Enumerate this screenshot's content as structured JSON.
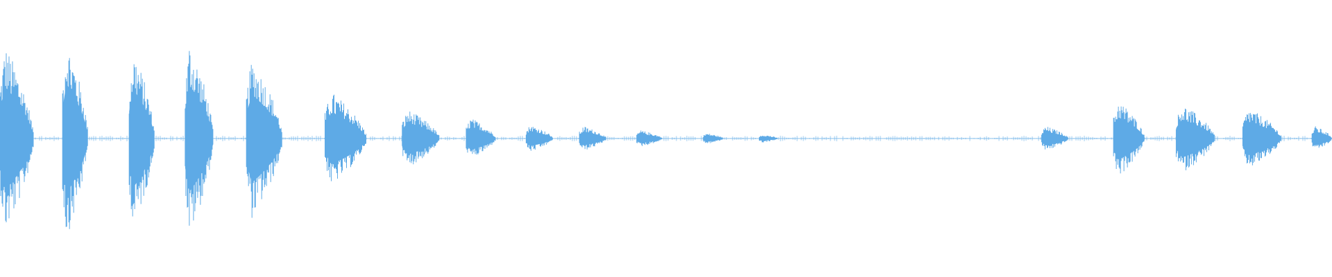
{
  "waveform": {
    "color": "#5eaae6",
    "baseline_level": 0.02,
    "segments": [
      {
        "start": 0.0,
        "end": 0.025,
        "peak": 0.68
      },
      {
        "start": 0.047,
        "end": 0.066,
        "peak": 0.72
      },
      {
        "start": 0.097,
        "end": 0.116,
        "peak": 0.65
      },
      {
        "start": 0.139,
        "end": 0.16,
        "peak": 0.7
      },
      {
        "start": 0.185,
        "end": 0.212,
        "peak": 0.58
      },
      {
        "start": 0.244,
        "end": 0.275,
        "peak": 0.34
      },
      {
        "start": 0.302,
        "end": 0.33,
        "peak": 0.21
      },
      {
        "start": 0.35,
        "end": 0.372,
        "peak": 0.15
      },
      {
        "start": 0.395,
        "end": 0.415,
        "peak": 0.1
      },
      {
        "start": 0.435,
        "end": 0.455,
        "peak": 0.09
      },
      {
        "start": 0.478,
        "end": 0.497,
        "peak": 0.06
      },
      {
        "start": 0.528,
        "end": 0.543,
        "peak": 0.04
      },
      {
        "start": 0.57,
        "end": 0.584,
        "peak": 0.03
      },
      {
        "start": 0.782,
        "end": 0.802,
        "peak": 0.09
      },
      {
        "start": 0.836,
        "end": 0.859,
        "peak": 0.28
      },
      {
        "start": 0.883,
        "end": 0.912,
        "peak": 0.25
      },
      {
        "start": 0.933,
        "end": 0.962,
        "peak": 0.22
      },
      {
        "start": 0.985,
        "end": 1.0,
        "peak": 0.09
      }
    ]
  }
}
